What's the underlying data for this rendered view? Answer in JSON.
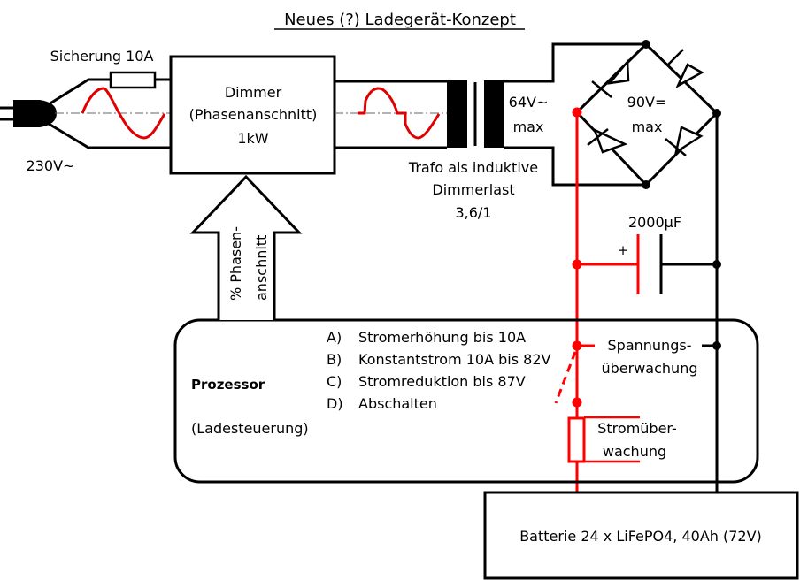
{
  "title": "Neues (?) Ladegerät-Konzept",
  "mains": {
    "voltage_label": "230V~",
    "fuse_label": "Sicherung 10A"
  },
  "dimmer": {
    "line1": "Dimmer",
    "line2": "(Phasenanschnitt)",
    "line3": "1kW"
  },
  "arrow": {
    "line1": "% Phasen-",
    "line2": "anschnitt"
  },
  "transformer": {
    "secondary_line1": "64V~",
    "secondary_line2": "max",
    "caption_line1": "Trafo als induktive",
    "caption_line2": "Dimmerlast",
    "caption_line3": "3,6/1"
  },
  "rectifier": {
    "line1": "90V=",
    "line2": "max"
  },
  "capacitor": {
    "label": "2000µF",
    "polarity": "+"
  },
  "processor": {
    "title": "Prozessor",
    "subtitle": "(Ladesteuerung)",
    "steps": [
      {
        "key": "A)",
        "text": "Stromerhöhung bis 10A"
      },
      {
        "key": "B)",
        "text": "Konstantstrom 10A bis 82V"
      },
      {
        "key": "C)",
        "text": "Stromreduktion bis 87V"
      },
      {
        "key": "D)",
        "text": "Abschalten"
      }
    ]
  },
  "monitors": {
    "voltage_line1": "Spannungs-",
    "voltage_line2": "überwachung",
    "current_line1": "Stromüber-",
    "current_line2": "wachung"
  },
  "battery": {
    "label": "Batterie 24 x LiFePO4, 40Ah (72V)"
  },
  "colors": {
    "wire": "#000000",
    "positive_rail": "#ff0000",
    "signal": "#e00000"
  }
}
